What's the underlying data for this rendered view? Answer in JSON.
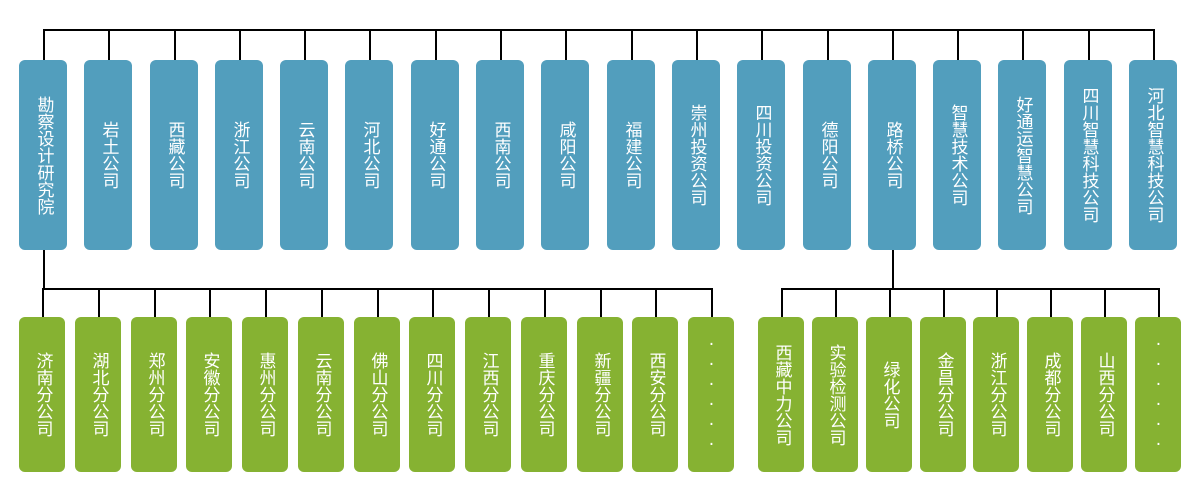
{
  "colors": {
    "top_level": "#529EBD",
    "sub_level": "#86B232",
    "connector": "#000000",
    "text": "#FFFFFF"
  },
  "top_companies": [
    "勘察设计研究院",
    "岩土公司",
    "西藏公司",
    "浙江公司",
    "云南公司",
    "河北公司",
    "好通公司",
    "西南公司",
    "咸阳公司",
    "福建公司",
    "崇州投资公司",
    "四川投资公司",
    "德阳公司",
    "路桥公司",
    "智慧技术公司",
    "好通运智慧公司",
    "四川智慧科技公司",
    "河北智慧科技公司"
  ],
  "groups": [
    {
      "parent": "勘察设计研究院",
      "parent_index": 0,
      "children": [
        "济南分公司",
        "湖北分公司",
        "郑州分公司",
        "安徽分公司",
        "惠州分公司",
        "云南分公司",
        "佛山分公司",
        "四川分公司",
        "江西分公司",
        "重庆分公司",
        "新疆分公司",
        "西安分公司",
        "······"
      ]
    },
    {
      "parent": "路桥公司",
      "parent_index": 13,
      "children": [
        "西藏中力公司",
        "实验检测公司",
        "绿化公司",
        "金昌分公司",
        "浙江分公司",
        "成都分公司",
        "山西分公司",
        "······"
      ]
    }
  ]
}
